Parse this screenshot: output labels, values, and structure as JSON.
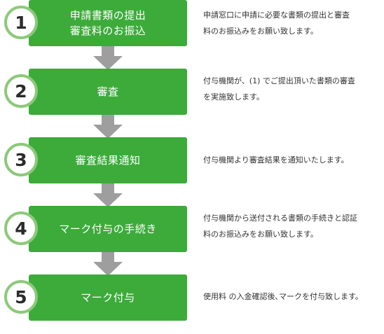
{
  "colors": {
    "box": "#3cab3a",
    "ring": "#8cc97a",
    "arrow": "#9e9e9e"
  },
  "steps": [
    {
      "number": "1",
      "line1": "申請書類の提出",
      "line2": "審査料のお振込",
      "desc1": "申請窓口に申請に必要な書類の提出と審査",
      "desc2": "料のお振込みをお願い致します。"
    },
    {
      "number": "2",
      "line1": "審査",
      "line2": "",
      "desc1": "付与機関が、(1) でご提出頂いた書類の審査",
      "desc2": "を実施致します。"
    },
    {
      "number": "3",
      "line1": "審査結果通知",
      "line2": "",
      "desc1": "付与機関より審査結果を通知いたします。",
      "desc2": ""
    },
    {
      "number": "4",
      "line1": "マーク付与の手続き",
      "line2": "",
      "desc1": "付与機関から送付される書類の手続きと認証",
      "desc2": "料のお振込みをお願い致します。"
    },
    {
      "number": "5",
      "line1": "マーク付与",
      "line2": "",
      "desc1": "使用料 の入金確認後､マークを付与致します。",
      "desc2": ""
    }
  ]
}
